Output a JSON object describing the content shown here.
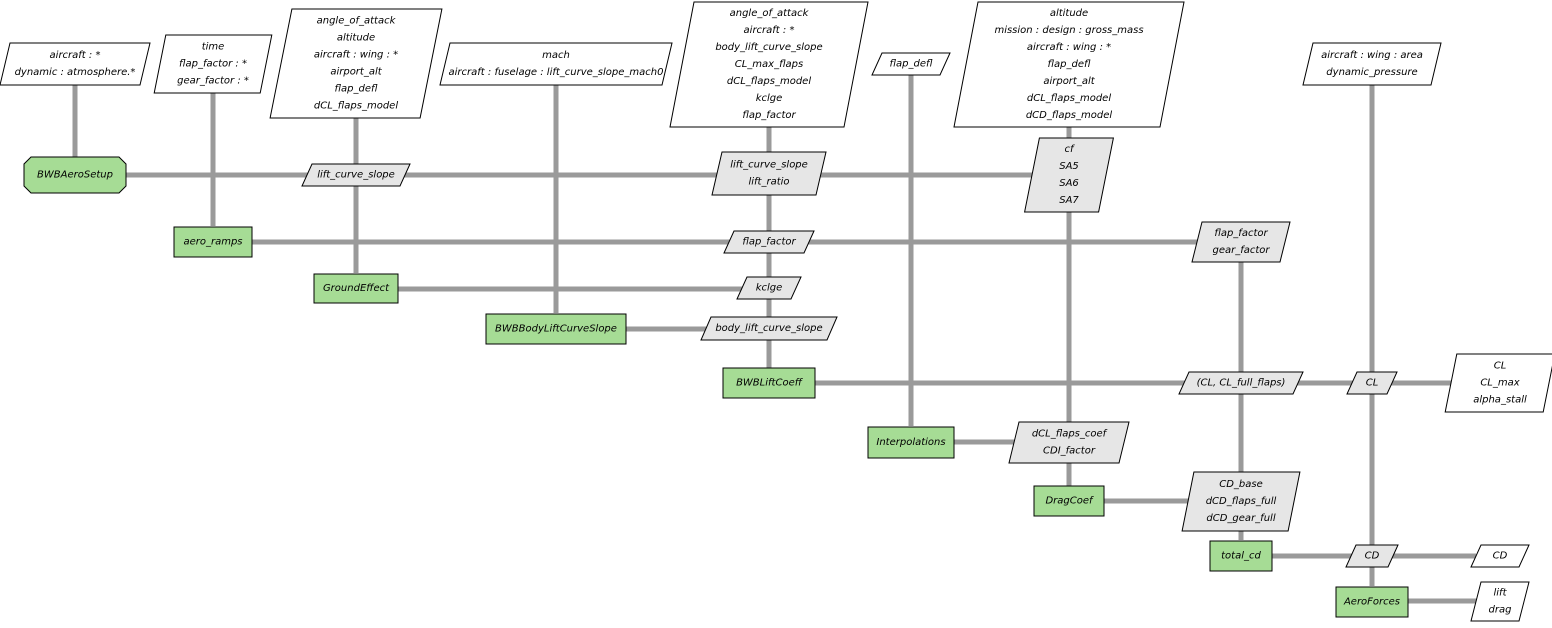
{
  "diagram": {
    "components": [
      {
        "id": "bwbaerosetup",
        "label": "BWBAeroSetup"
      },
      {
        "id": "aero_ramps",
        "label": "aero_ramps"
      },
      {
        "id": "groundeffect",
        "label": "GroundEffect"
      },
      {
        "id": "bwbbodyliftcurveslope",
        "label": "BWBBodyLiftCurveSlope"
      },
      {
        "id": "bwbliftcoeff",
        "label": "BWBLiftCoeff"
      },
      {
        "id": "interpolations",
        "label": "Interpolations"
      },
      {
        "id": "dragcoef",
        "label": "DragCoef"
      },
      {
        "id": "total_cd",
        "label": "total_cd"
      },
      {
        "id": "aeroforces",
        "label": "AeroForces"
      }
    ],
    "inputs": [
      {
        "id": "in-bwbaerosetup",
        "lines": [
          "aircraft : *",
          "dynamic : atmosphere.*"
        ]
      },
      {
        "id": "in-aero-ramps",
        "lines": [
          "time",
          "flap_factor : *",
          "gear_factor : *"
        ]
      },
      {
        "id": "in-groundeffect",
        "lines": [
          "angle_of_attack",
          "altitude",
          "aircraft : wing : *",
          "airport_alt",
          "flap_defl",
          "dCL_flaps_model"
        ]
      },
      {
        "id": "in-bodyslope",
        "lines": [
          "mach",
          "aircraft : fuselage : lift_curve_slope_mach0"
        ]
      },
      {
        "id": "in-liftcoeff",
        "lines": [
          "angle_of_attack",
          "aircraft : *",
          "body_lift_curve_slope",
          "CL_max_flaps",
          "dCL_flaps_model",
          "kclge",
          "flap_factor"
        ]
      },
      {
        "id": "in-interp",
        "lines": [
          "flap_defl"
        ]
      },
      {
        "id": "in-dragcoef",
        "lines": [
          "altitude",
          "mission : design : gross_mass",
          "aircraft : wing : *",
          "flap_defl",
          "airport_alt",
          "dCL_flaps_model",
          "dCD_flaps_model"
        ]
      },
      {
        "id": "in-aeroforces",
        "lines": [
          "aircraft : wing : area",
          "dynamic_pressure"
        ]
      }
    ],
    "couplings": [
      {
        "id": "c-liftslope-ge",
        "lines": [
          "lift_curve_slope"
        ]
      },
      {
        "id": "c-liftslope-lc",
        "lines": [
          "lift_curve_slope",
          "lift_ratio"
        ]
      },
      {
        "id": "c-setup-drag",
        "lines": [
          "cf",
          "SA5",
          "SA6",
          "SA7"
        ]
      },
      {
        "id": "c-flap-lc",
        "lines": [
          "flap_factor"
        ]
      },
      {
        "id": "c-ramps-totalcd",
        "lines": [
          "flap_factor",
          "gear_factor"
        ]
      },
      {
        "id": "c-kclge",
        "lines": [
          "kclge"
        ]
      },
      {
        "id": "c-bodyslope",
        "lines": [
          "body_lift_curve_slope"
        ]
      },
      {
        "id": "c-cl-full",
        "lines": [
          "(CL, CL_full_flaps)"
        ]
      },
      {
        "id": "c-cl-forces",
        "lines": [
          "CL"
        ]
      },
      {
        "id": "c-interp-drag",
        "lines": [
          "dCL_flaps_coef",
          "CDI_factor"
        ]
      },
      {
        "id": "c-drag-total",
        "lines": [
          "CD_base",
          "dCD_flaps_full",
          "dCD_gear_full"
        ]
      },
      {
        "id": "c-cd-forces",
        "lines": [
          "CD"
        ]
      }
    ],
    "outputs": [
      {
        "id": "out-liftcoeff",
        "lines": [
          "CL",
          "CL_max",
          "alpha_stall"
        ]
      },
      {
        "id": "out-cd",
        "lines": [
          "CD"
        ]
      },
      {
        "id": "out-forces",
        "lines": [
          "lift",
          "drag"
        ]
      }
    ]
  },
  "colors": {
    "component_fill": "#a6dc95",
    "coupling_fill": "#e6e6e6",
    "io_fill": "#ffffff",
    "pipe": "#9a9a9a"
  }
}
